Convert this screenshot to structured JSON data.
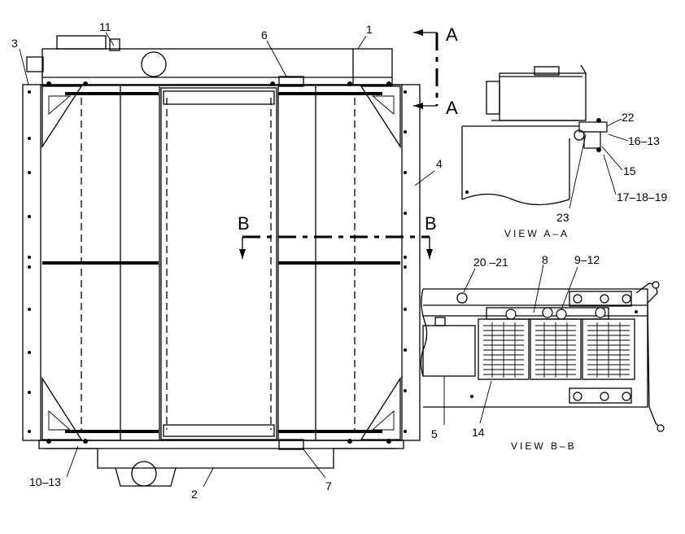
{
  "callouts": {
    "c1": "1",
    "c2": "2",
    "c3": "3",
    "c4": "4",
    "c5": "5",
    "c6": "6",
    "c7": "7",
    "c8": "8",
    "c9_12": "9–12",
    "c10_13": "10–13",
    "c11": "11",
    "c14": "14",
    "c15": "15",
    "c16_13": "16–13",
    "c17_18_19": "17–18–19",
    "c20_21": "20 –21",
    "c22": "22",
    "c23": "23"
  },
  "section_marks": {
    "a_top": "A",
    "a_bottom": "A",
    "b_left": "B",
    "b_right": "B"
  },
  "view_titles": {
    "view_a": "VIEW  A–A",
    "view_b": "VIEW  B–B"
  }
}
